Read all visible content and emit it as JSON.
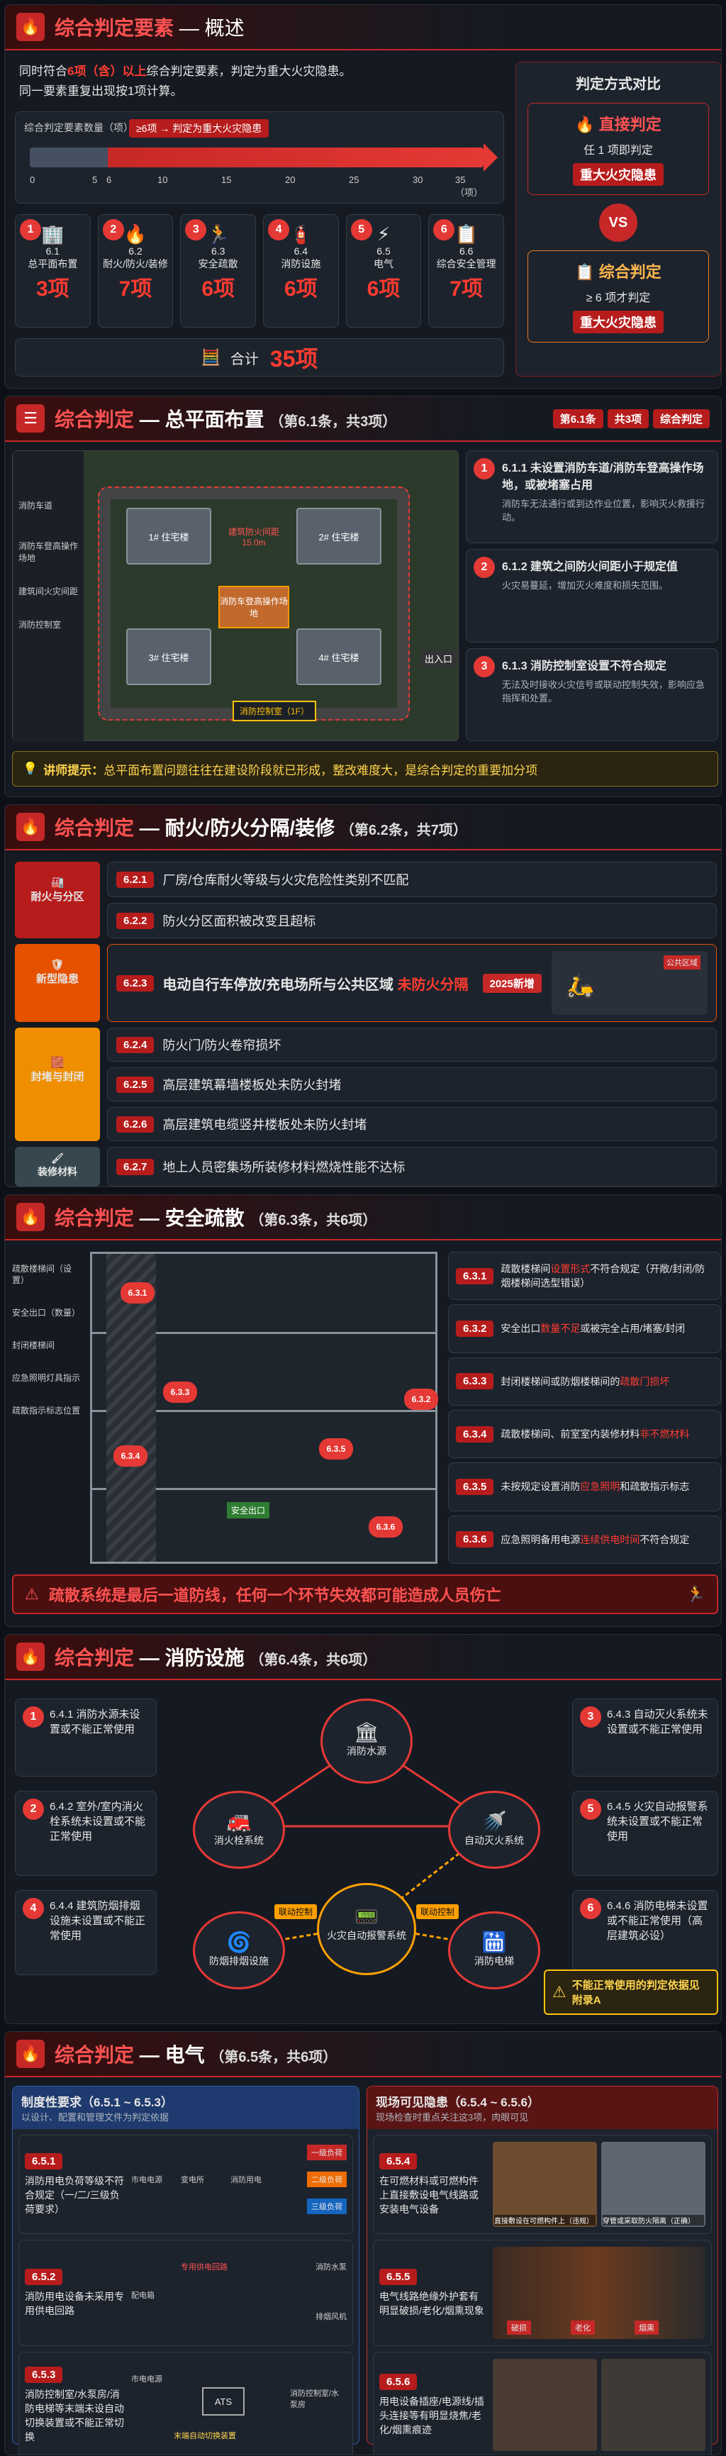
{
  "s1": {
    "title": "综合判定要素",
    "title2": "— 概述",
    "desc1": "同时符合",
    "desc1b": "6项（含）以上",
    "desc1c": "综合判定要素，判定为重大火灾隐患。",
    "desc2": "同一要素重复出现按1项计算。",
    "scale_label": "综合判定要素数量（项）",
    "marker": "≥6项 → 判定为重大火灾隐患",
    "ticks": [
      "0",
      "5",
      "6",
      "10",
      "15",
      "20",
      "25",
      "30",
      "35（项）"
    ],
    "cats": [
      {
        "n": "1",
        "code": "6.1",
        "name": "总平面布置",
        "count": "3项"
      },
      {
        "n": "2",
        "code": "6.2",
        "name": "耐火/防火/装修",
        "count": "7项"
      },
      {
        "n": "3",
        "code": "6.3",
        "name": "安全疏散",
        "count": "6项"
      },
      {
        "n": "4",
        "code": "6.4",
        "name": "消防设施",
        "count": "6项"
      },
      {
        "n": "5",
        "code": "6.5",
        "name": "电气",
        "count": "6项"
      },
      {
        "n": "6",
        "code": "6.6",
        "name": "综合安全管理",
        "count": "7项"
      }
    ],
    "total_label": "合计",
    "total": "35项",
    "compare": {
      "title": "判定方式对比",
      "direct": "直接判定",
      "direct_rule": "任 1 项即判定",
      "direct_result": "重大火灾隐患",
      "vs": "VS",
      "comp": "综合判定",
      "comp_rule": "≥ 6 项才判定",
      "comp_result": "重大火灾隐患"
    }
  },
  "s2": {
    "title": "综合判定",
    "title2": "— 总平面布置",
    "title3": "（第6.1条，共3项）",
    "badges": [
      "第6.1条",
      "共3项",
      "综合判定"
    ],
    "legend": [
      "消防车道",
      "消防车登高操作场地",
      "建筑间火灾间距",
      "消防控制室"
    ],
    "buildings": [
      "1# 住宅楼",
      "2# 住宅楼",
      "3# 住宅楼",
      "4# 住宅楼"
    ],
    "gap": "建筑防火间距",
    "gapval": "15.0m",
    "platform": "消防车登高操作场地",
    "control": "消防控制室（1F）",
    "exit": "出入口",
    "items": [
      {
        "n": "1",
        "title": "6.1.1 未设置消防车道/消防车登高操作场地，或被堵塞占用",
        "desc": "消防车无法通行或到达作业位置，影响灭火救援行动。"
      },
      {
        "n": "2",
        "title": "6.1.2 建筑之间防火间距小于规定值",
        "desc": "火灾易蔓延，增加灭火难度和损失范围。"
      },
      {
        "n": "3",
        "title": "6.1.3 消防控制室设置不符合规定",
        "desc": "无法及时接收火灾信号或联动控制失效，影响应急指挥和处置。"
      }
    ],
    "tip_label": "讲师提示：",
    "tip": "总平面布置问题往往在建设阶段就已形成，整改难度大，是综合判定的重要加分项"
  },
  "s3": {
    "title": "综合判定",
    "title2": "— 耐火/防火分隔/装修",
    "title3": "（第6.2条，共7项）",
    "groups": [
      {
        "name": "耐火与分区",
        "items": [
          {
            "code": "6.2.1",
            "text": "厂房/仓库耐火等级与火灾危险性类别不匹配"
          },
          {
            "code": "6.2.2",
            "text": "防火分区面积被改变且超标"
          }
        ]
      },
      {
        "name": "新型隐患",
        "items": [
          {
            "code": "6.2.3",
            "text": "电动自行车停放/充电场所与公共区域",
            "text2": "未防火分隔",
            "badge": "2025新增"
          }
        ]
      },
      {
        "name": "封堵与封闭",
        "items": [
          {
            "code": "6.2.4",
            "text": "防火门/防火卷帘损坏"
          },
          {
            "code": "6.2.5",
            "text": "高层建筑幕墙楼板处未防火封堵"
          },
          {
            "code": "6.2.6",
            "text": "高层建筑电缆竖井楼板处未防火封堵"
          }
        ]
      },
      {
        "name": "装修材料",
        "items": [
          {
            "code": "6.2.7",
            "text": "地上人员密集场所装修材料燃烧性能不达标"
          }
        ]
      }
    ],
    "public": "公共区域"
  },
  "s4": {
    "title": "综合判定",
    "title2": "— 安全疏散",
    "title3": "（第6.3条，共6项）",
    "legend": [
      "疏散楼梯间（设置）",
      "安全出口（数量）",
      "封闭楼梯间",
      "应急照明灯具指示",
      "疏散指示标志位置"
    ],
    "exit_label": "安全出口",
    "items": [
      {
        "code": "6.3.1",
        "text": "疏散楼梯间",
        "hl": "设置形式",
        "text2": "不符合规定（开敞/封闭/防烟楼梯间选型错误）"
      },
      {
        "code": "6.3.2",
        "text": "安全出口",
        "hl": "数量不足",
        "text2": "或被完全占用/堵塞/封闭"
      },
      {
        "code": "6.3.3",
        "text": "封闭楼梯间或防烟楼梯间的",
        "hl": "疏散门损坏",
        "text2": ""
      },
      {
        "code": "6.3.4",
        "text": "疏散楼梯间、前室室内装修材料",
        "hl": "非不燃材料",
        "text2": ""
      },
      {
        "code": "6.3.5",
        "text": "未按规定设置消防",
        "hl": "应急照明",
        "text2": "和疏散指示标志"
      },
      {
        "code": "6.3.6",
        "text": "应急照明备用电源",
        "hl": "连续供电时间",
        "text2": "不符合规定"
      }
    ],
    "banner": "疏散系统是最后一道防线，任何一个环节失效都可能造成人员伤亡"
  },
  "s5": {
    "title": "综合判定",
    "title2": "— 消防设施",
    "title3": "（第6.4条，共6项）",
    "left": [
      {
        "n": "1",
        "text": "6.4.1 消防水源未设置或不能正常使用"
      },
      {
        "n": "2",
        "text": "6.4.2 室外/室内消火栓系统未设置或不能正常使用"
      },
      {
        "n": "4",
        "text": "6.4.4 建筑防烟排烟设施未设置或不能正常使用"
      }
    ],
    "right": [
      {
        "n": "3",
        "text": "6.4.3 自动灭火系统未设置或不能正常使用"
      },
      {
        "n": "5",
        "text": "6.4.5 火灾自动报警系统未设置或不能正常使用"
      },
      {
        "n": "6",
        "text": "6.4.6 消防电梯未设置或不能正常使用（高层建筑必设）"
      }
    ],
    "nodes": {
      "water": "消防水源",
      "hydrant": "消火栓系统",
      "sprinkler": "自动灭火系统",
      "alarm": "火灾自动报警系统",
      "smoke": "防烟排烟设施",
      "elevator": "消防电梯",
      "link": "联动控制",
      "link2": "联动控制"
    },
    "note": "不能正常使用的判定依据见附录A"
  },
  "s6": {
    "title": "综合判定",
    "title2": "— 电气",
    "title3": "（第6.5条，共6项）",
    "left_title": "制度性要求（6.5.1 ~ 6.5.3）",
    "left_sub": "以设计、配置和管理文件为判定依据",
    "right_title": "现场可见隐患（6.5.4 ~ 6.5.6）",
    "right_sub": "现场检查时重点关注这3项，肉眼可见",
    "left": [
      {
        "code": "6.5.1",
        "text": "消防用电负荷等级不符合规定（一/二/三级负荷要求）",
        "loads": [
          "一级负荷",
          "二级负荷",
          "三级负荷"
        ],
        "parts": [
          "市电电源",
          "变电所",
          "消防用电"
        ]
      },
      {
        "code": "6.5.2",
        "text": "消防用电设备未采用专用供电回路",
        "parts": [
          "配电箱",
          "专用供电回路",
          "消防水泵",
          "排烟风机"
        ]
      },
      {
        "code": "6.5.3",
        "text": "消防控制室/水泵房/消防电梯等末端未设自动切换装置或不能正常切换",
        "parts": [
          "市电电源",
          "ATS",
          "消防控制室/水泵房",
          "末端自动切换装置"
        ]
      }
    ],
    "right": [
      {
        "code": "6.5.4",
        "text": "在可燃材料或可燃构件上直接敷设电气线路或安装电气设备",
        "cap1": "直接敷设在可燃构件上（违规）",
        "cap2": "穿管或采取防火隔离（正确）"
      },
      {
        "code": "6.5.5",
        "text": "电气线路绝缘外护套有明显破损/老化/烟熏现象",
        "caps": [
          "破损",
          "老化",
          "烟熏"
        ]
      },
      {
        "code": "6.5.6",
        "text": "用电设备插座/电源线/插头连接等有明显烧焦/老化/烟熏痕迹",
        "caps": []
      }
    ]
  }
}
